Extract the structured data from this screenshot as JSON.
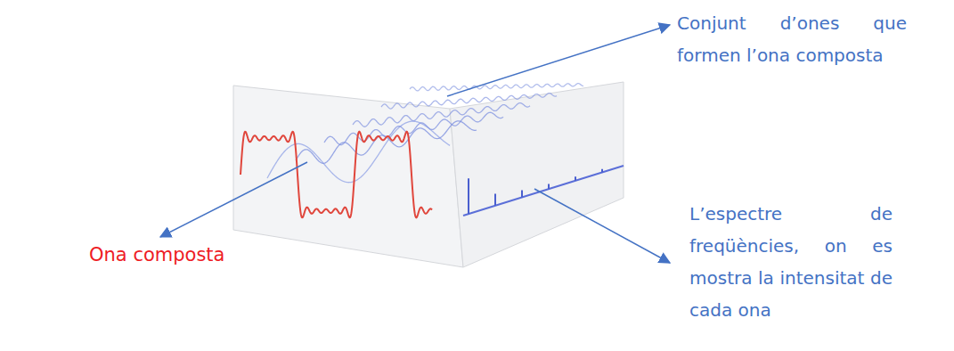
{
  "diagram": {
    "labels": [
      "Conjunt d’ones que formen l’ona composta",
      "L’espectre de freqüències, on es mostra la intensitat de cada ona",
      "Ona composta"
    ]
  }
}
